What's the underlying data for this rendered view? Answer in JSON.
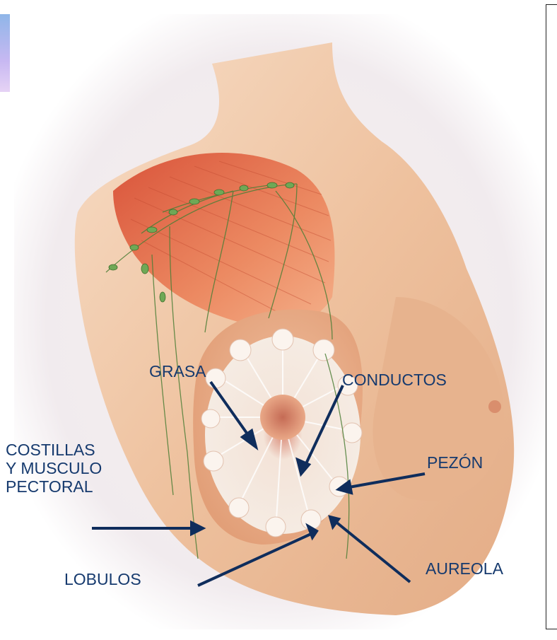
{
  "labels": {
    "grasa": "GRASA",
    "conductos": "CONDUCTOS",
    "costillas": [
      "COSTILLAS",
      "Y MUSCULO",
      "PECTORAL"
    ],
    "pezon": "PEZÓN",
    "lobulos": "LOBULOS",
    "aureola": "AUREOLA"
  },
  "colors": {
    "label_text": "#163a6e",
    "arrow": "#0f2d5c",
    "muscle": "#e0623d",
    "skin": "#f2c9a6",
    "gland": "#ffffff",
    "lymph": "#5f9a45"
  }
}
